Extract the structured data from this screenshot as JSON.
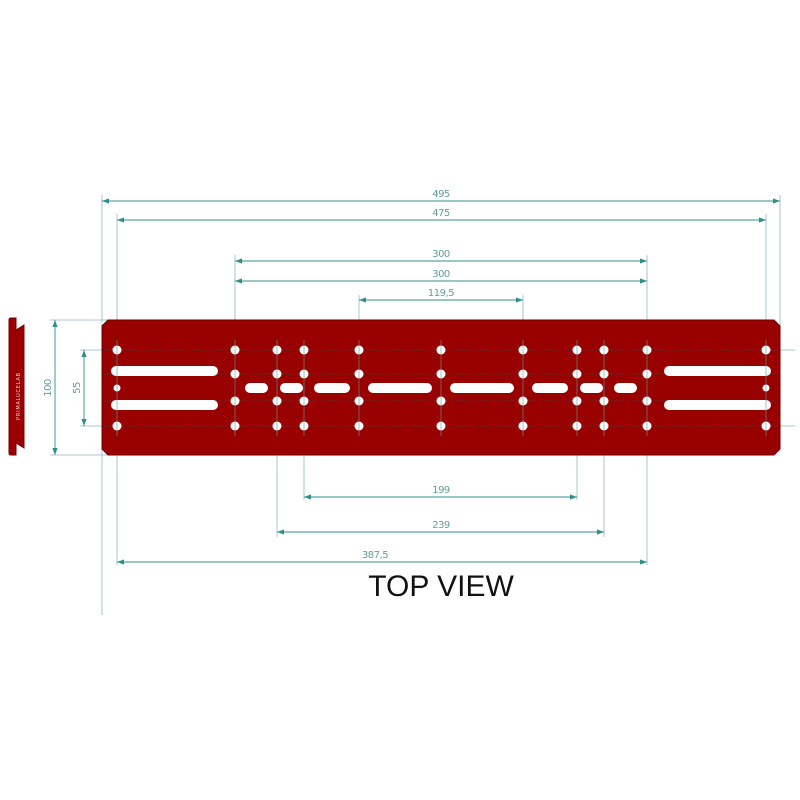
{
  "view_title": "TOP VIEW",
  "brand_label": "PRIMALUCELAB",
  "colors": {
    "plate": "#990000",
    "plate_edge": "#7a0000",
    "dimension": "#2f8f8f",
    "dimension_text": "#5f9ea0",
    "extension": "#8fb8c0",
    "centerline": "#6a4a4a"
  },
  "dimensions": {
    "overall_length": "495",
    "outer_hole_spacing": "475",
    "mid_hole_spacing_a": "300",
    "mid_hole_spacing_b": "300",
    "center_hole_spacing": "119,5",
    "inner_spacing_bottom": "199",
    "inner_spacing_bottom_2": "239",
    "offset_spacing": "387,5",
    "plate_width": "100",
    "hole_row_spacing": "55"
  }
}
